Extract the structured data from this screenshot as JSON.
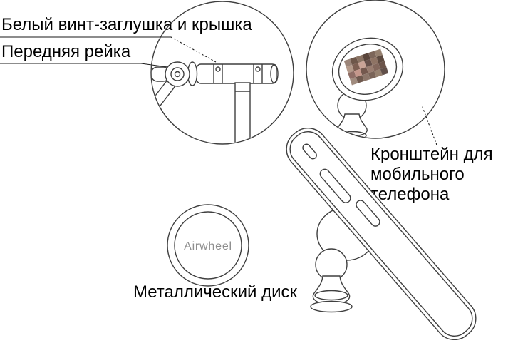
{
  "page": {
    "background": "#ffffff",
    "line_color": "#3f3f3f",
    "text_color": "#000000"
  },
  "labels": {
    "white_plug": "Белый винт-заглушка и крышка",
    "front_rail": "Передняя рейка",
    "bracket_line1": "Кронштейн для",
    "bracket_line2": "мобильного",
    "bracket_line3": "телефона",
    "metal_disk": "Металлический диск",
    "brand": "Airwheel"
  },
  "mosaic": {
    "cell": 9,
    "colors": [
      [
        "#9b8579",
        "#6e574a",
        "#8a7363",
        "#5a463c",
        "#7c665a",
        "#95806f"
      ],
      [
        "#b49a8a",
        "#7d5f52",
        "#c9a396",
        "#66504a",
        "#8e7364",
        "#5d4a40"
      ],
      [
        "#8f6e66",
        "#c4978b",
        "#74584e",
        "#997d70",
        "#83675c",
        "#6b544a"
      ],
      [
        "#a08b7e",
        "#6f594e",
        "#8d766a",
        "#7a6458",
        "#96816f",
        "#61504a"
      ]
    ]
  }
}
